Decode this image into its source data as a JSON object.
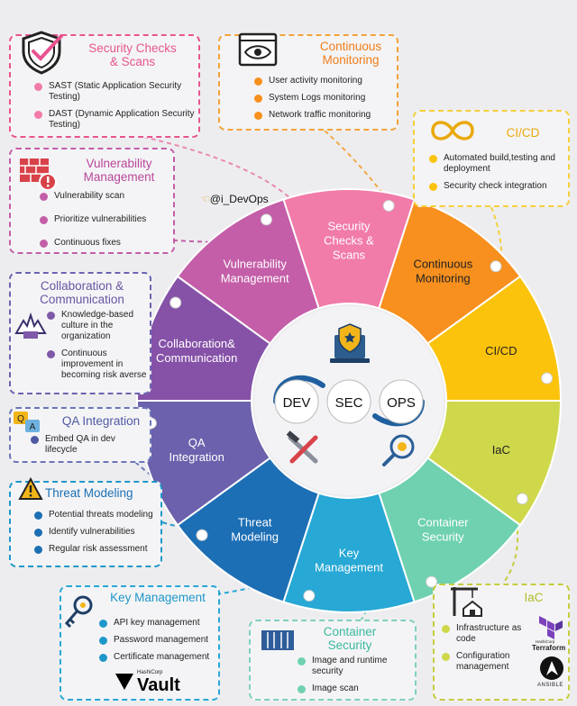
{
  "watermark": "@i_DevOps",
  "center": {
    "dev": "DEV",
    "sec": "SEC",
    "ops": "OPS"
  },
  "wheel": [
    {
      "label": "Security\nChecks &\nScans",
      "color": "#f17ba9"
    },
    {
      "label": "Continuous\nMonitoring",
      "color": "#f7901e"
    },
    {
      "label": "CI/CD",
      "color": "#fcc30d"
    },
    {
      "label": "IaC",
      "color": "#cfd84a"
    },
    {
      "label": "Container\nSecurity",
      "color": "#6fd1b0"
    },
    {
      "label": "Key\nManagement",
      "color": "#27a8d5"
    },
    {
      "label": "Threat\nModeling",
      "color": "#1d6fb5"
    },
    {
      "label": "QA\nIntegration",
      "color": "#6b61ac"
    },
    {
      "label": "Collaboration&\nCommunication",
      "color": "#8652a8"
    },
    {
      "label": "Vulnerability\nManagement",
      "color": "#c45ea8"
    }
  ],
  "cards": {
    "security_checks": {
      "title": "Security Checks\n& Scans",
      "color": "#e8548f",
      "items": [
        "SAST (Static Application Security Testing)",
        "DAST (Dynamic Application Security Testing)"
      ]
    },
    "continuous_monitoring": {
      "title": "Continuous\nMonitoring",
      "color": "#f07d1a",
      "items": [
        "User activity monitoring",
        "System Logs monitoring",
        "Network traffic monitoring"
      ]
    },
    "cicd": {
      "title": "CI/CD",
      "color": "#e9a90a",
      "items": [
        "Automated build,testing and deployment",
        "Security check integration"
      ]
    },
    "vulnerability": {
      "title": "Vulnerability\nManagement",
      "color": "#b8479a",
      "items": [
        "Vulnerability scan",
        "Prioritize vulnerabilities",
        "Continuous fixes"
      ]
    },
    "collaboration": {
      "title": "Collaboration &\nCommunication",
      "color": "#6a55a3",
      "items": [
        "Knowledge-based culture in the organization",
        "Continuous improvement in becoming risk averse"
      ]
    },
    "qa": {
      "title": "QA Integration",
      "color": "#4f5aa3",
      "items": [
        "Embed QA in dev lifecycle"
      ]
    },
    "threat": {
      "title": "Threat Modeling",
      "color": "#1c6fb3",
      "items": [
        "Potential threats modeling",
        "Identify vulnerabilities",
        "Regular risk assessment"
      ]
    },
    "key": {
      "title": "Key Management",
      "color": "#1f97c9",
      "items": [
        "API key management",
        "Password management",
        "Certificate management"
      ]
    },
    "container": {
      "title": "Container\nSecurity",
      "color": "#3bb9a0",
      "items": [
        "Image and runtime security",
        "Image scan"
      ]
    },
    "iac": {
      "title": "IaC",
      "color": "#b1bb2a",
      "items": [
        "Infrastructure as code",
        "Configuration management"
      ]
    }
  },
  "brands": {
    "vault_small": "HashiCorp",
    "vault": "Vault",
    "terraform_small": "HashiCorp",
    "terraform": "Terraform",
    "ansible": "ANSIBLE"
  }
}
